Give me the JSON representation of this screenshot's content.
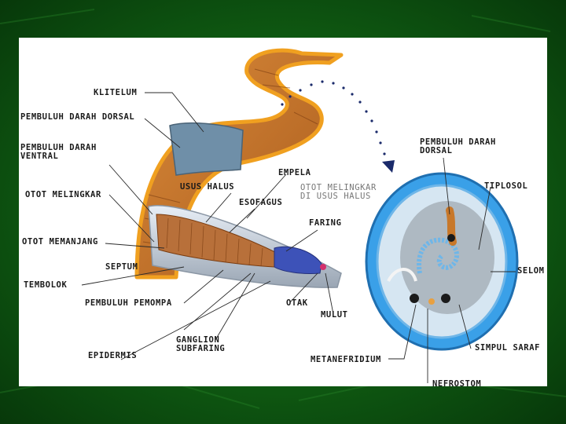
{
  "labels": {
    "klitelum": "KLITELUM",
    "pembuluh_darah_dorsal_left": "PEMBULUH DARAH DORSAL",
    "pembuluh_darah_ventral": "PEMBULUH DARAH\nVENTRAL",
    "otot_melingkar": "OTOT MELINGKAR",
    "otot_memanjang": "OTOT MEMANJANG",
    "tembolok": "TEMBOLOK",
    "septum": "SEPTUM",
    "pembuluh_pemompa": "PEMBULUH PEMOMPA",
    "epidermis": "EPIDERMIS",
    "usus_halus": "USUS HALUS",
    "empela": "EMPELA",
    "esofagus": "ESOFAGUS",
    "otot_melingkar_usus": "OTOT MELINGKAR\nDI USUS HALUS",
    "faring": "FARING",
    "otak": "OTAK",
    "mulut": "MULUT",
    "ganglion_subfaring": "GANGLION\nSUBFARING",
    "metanefridium": "METANEFRIDIUM",
    "nefrostom": "NEFROSTOM",
    "pembuluh_darah_dorsal_right": "PEMBULUH DARAH\nDORSAL",
    "tiplosol": "TIPLOSOL",
    "selom": "SELOM",
    "simpul_saraf": "SIMPUL SARAF"
  },
  "colors": {
    "slide_background": "#0f5a12",
    "worm_body": "#c8782a",
    "worm_outline": "#f0a020",
    "clitellum": "#6f8fa8",
    "cross_section": "#3aa0e8"
  }
}
